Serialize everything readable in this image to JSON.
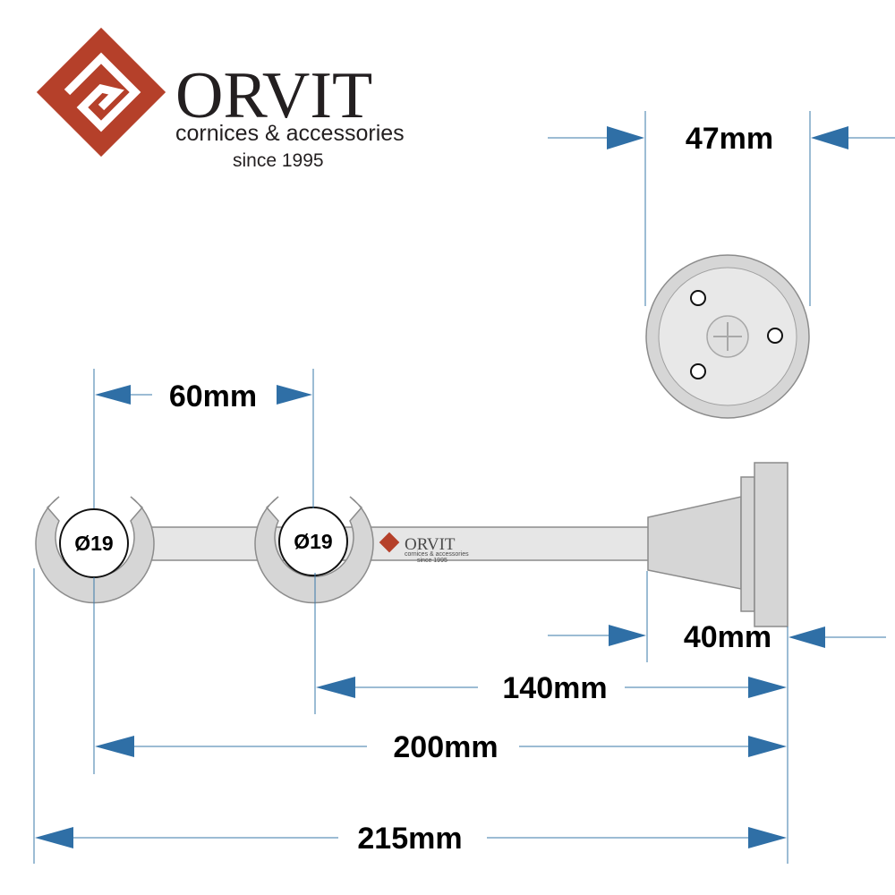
{
  "brand": {
    "name": "ORVIT",
    "tagline": "cornices & accessories",
    "since": "since 1995",
    "color": "#b5402a"
  },
  "dimensions": {
    "plate_diameter": "47mm",
    "plate_depth": "40mm",
    "ring_spacing": "60mm",
    "ring_to_wall": "140mm",
    "first_ring_to_wall": "200mm",
    "overall_length": "215mm"
  },
  "rings": [
    {
      "label": "Ø19"
    },
    {
      "label": "Ø19"
    }
  ],
  "colors": {
    "dimension_arrow": "#2f6fa6",
    "metal": "#d6d6d6"
  }
}
